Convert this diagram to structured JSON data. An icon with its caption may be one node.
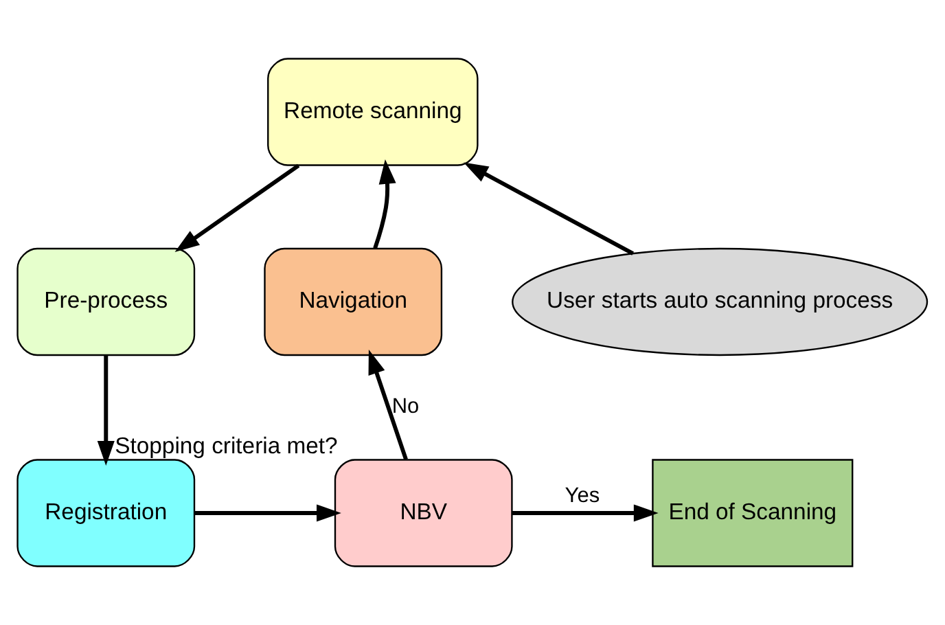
{
  "diagram": {
    "nodes": [
      {
        "text": [
          "Remote scanning"
        ]
      },
      {
        "text": [
          "Pre-process"
        ]
      },
      {
        "text": [
          "Registration"
        ]
      },
      {
        "text": [
          "NBV"
        ],
        "beside": [
          "Stopping criteria met?"
        ]
      },
      {
        "text": [
          "Navigation"
        ]
      },
      {
        "text": [
          "User starts auto scanning process"
        ]
      },
      {
        "text": [
          "End of Scanning"
        ]
      }
    ],
    "edges": [
      {
        "from": 5,
        "to": 0,
        "arrow": "to"
      },
      {
        "from": 0,
        "to": 1,
        "arrow": "to"
      },
      {
        "from": 1,
        "to": 2,
        "arrow": "to"
      },
      {
        "from": 2,
        "to": 3,
        "arrow": "to"
      },
      {
        "from": 3,
        "to": 4,
        "arrow": "to",
        "label": "No"
      },
      {
        "from": 4,
        "to": 0,
        "arrow": "to"
      },
      {
        "from": 3,
        "to": 6,
        "arrow": "to",
        "label": "Yes"
      }
    ]
  }
}
